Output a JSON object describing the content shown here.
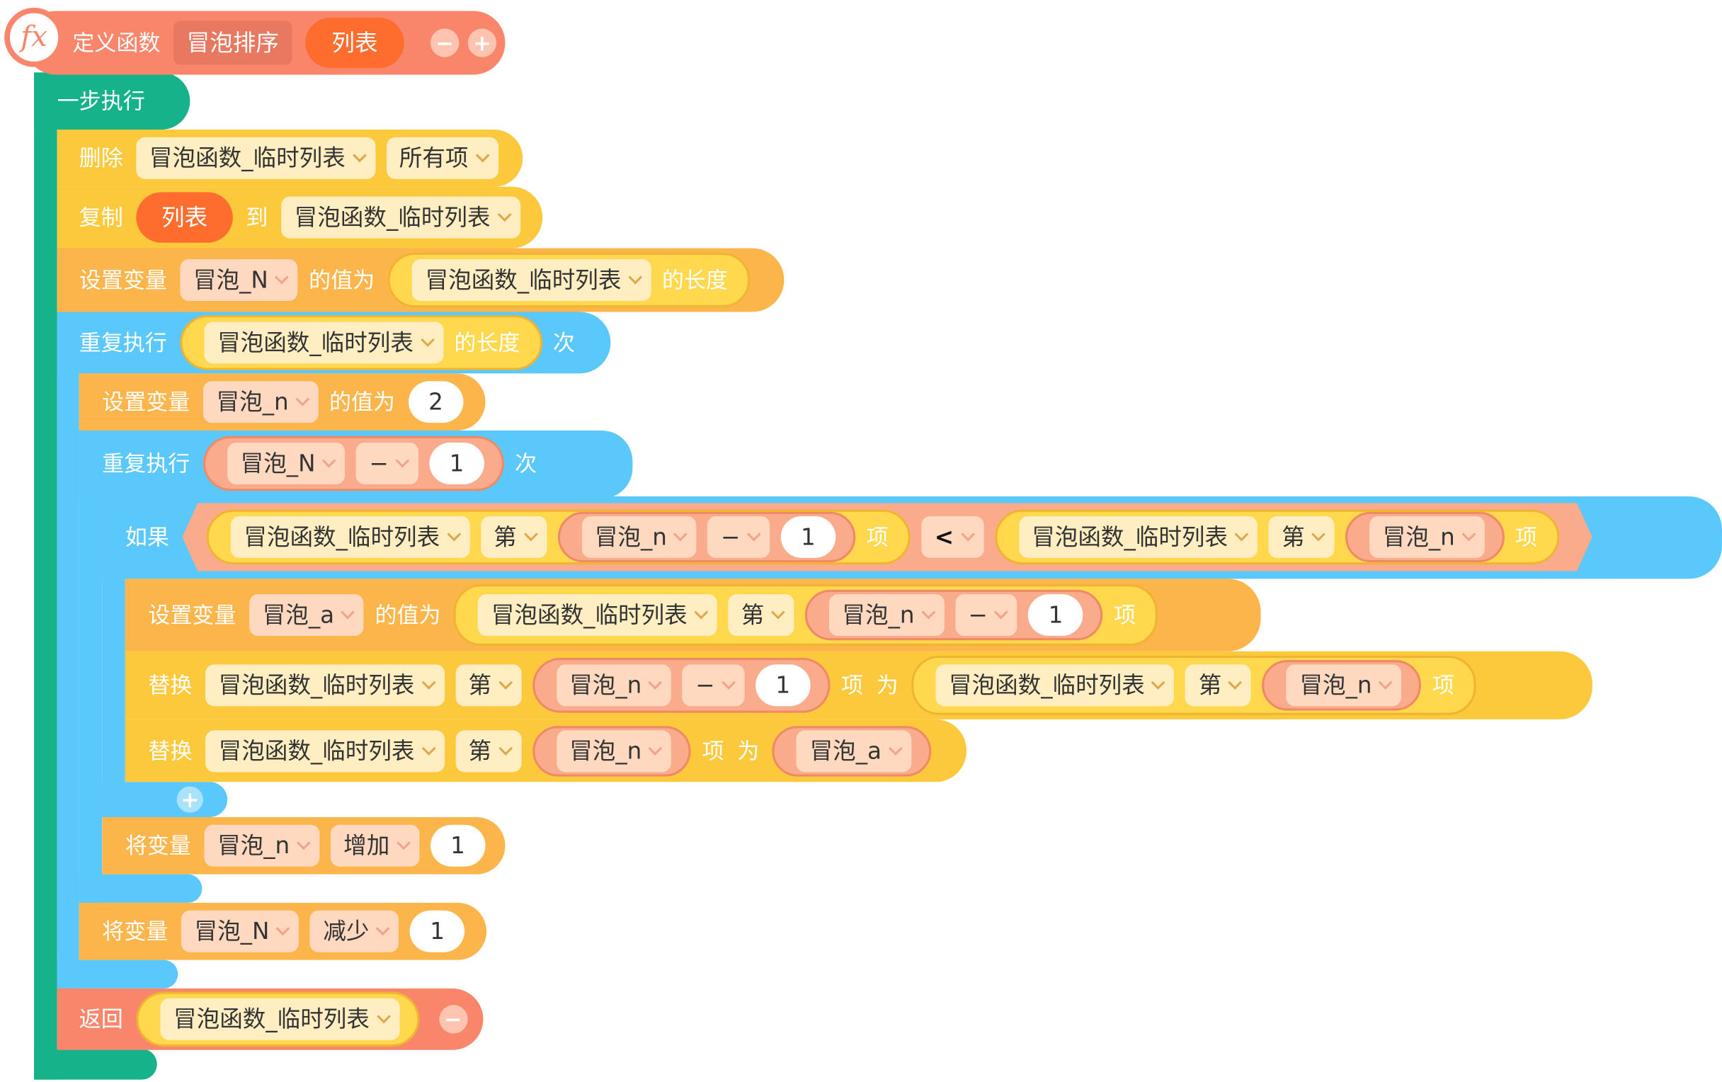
{
  "func": {
    "fx": "fx",
    "define": "定义函数",
    "name": "冒泡排序",
    "param": "列表",
    "minus": "−",
    "plus": "+"
  },
  "seq": {
    "label": "一步执行"
  },
  "del": {
    "label": "删除",
    "list": "冒泡函数_临时列表",
    "which": "所有项"
  },
  "copy": {
    "label": "复制",
    "src": "列表",
    "to": "到",
    "dst": "冒泡函数_临时列表"
  },
  "setN": {
    "label": "设置变量",
    "var": "冒泡_N",
    "valueof": "的值为",
    "list": "冒泡函数_临时列表",
    "len": "的长度"
  },
  "rep1": {
    "label": "重复执行",
    "list": "冒泡函数_临时列表",
    "len": "的长度",
    "times": "次"
  },
  "setn": {
    "label": "设置变量",
    "var": "冒泡_n",
    "valueof": "的值为",
    "value": "2"
  },
  "rep2": {
    "label": "重复执行",
    "var": "冒泡_N",
    "op": "−",
    "num": "1",
    "times": "次"
  },
  "ifb": {
    "label": "如果",
    "list": "冒泡函数_临时列表",
    "nth": "第",
    "var": "冒泡_n",
    "op": "−",
    "num": "1",
    "item": "项",
    "cmp": "<",
    "list2": "冒泡函数_临时列表",
    "nth2": "第",
    "var2": "冒泡_n",
    "item2": "项"
  },
  "seta": {
    "label": "设置变量",
    "var": "冒泡_a",
    "valueof": "的值为",
    "list": "冒泡函数_临时列表",
    "nth": "第",
    "idx": "冒泡_n",
    "op": "−",
    "num": "1",
    "item": "项"
  },
  "rep3": {
    "label": "替换",
    "list": "冒泡函数_临时列表",
    "nth": "第",
    "idx": "冒泡_n",
    "op": "−",
    "num": "1",
    "item": "项",
    "as": "为",
    "list2": "冒泡函数_临时列表",
    "nth2": "第",
    "idx2": "冒泡_n",
    "item2": "项"
  },
  "rep4": {
    "label": "替换",
    "list": "冒泡函数_临时列表",
    "nth": "第",
    "idx": "冒泡_n",
    "item": "项",
    "as": "为",
    "val": "冒泡_a"
  },
  "addbtn": "+",
  "incn": {
    "label": "将变量",
    "var": "冒泡_n",
    "op": "增加",
    "num": "1"
  },
  "decN": {
    "label": "将变量",
    "var": "冒泡_N",
    "op": "减少",
    "num": "1"
  },
  "ret": {
    "label": "返回",
    "list": "冒泡函数_临时列表",
    "minus": "−"
  },
  "colors": {
    "function": "#f9866a",
    "sequence": "#16b28a",
    "list_block": "#fcc93c",
    "control": "#5ac8fa",
    "variable": "#fcb54b",
    "operator": "#f9ab8c",
    "param_oval": "#ff6d2e"
  }
}
